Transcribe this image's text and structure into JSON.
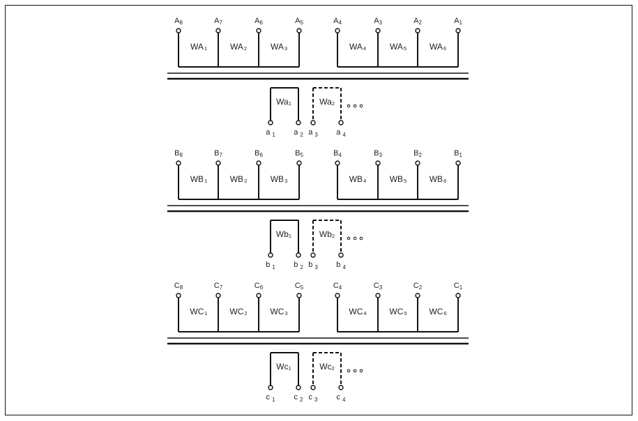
{
  "colors": {
    "line": "#111111",
    "text": "#222222",
    "background": "#ffffff"
  },
  "phases": [
    {
      "id": "A",
      "primary": {
        "terminals": [
          {
            "base": "A",
            "sub": "8"
          },
          {
            "base": "A",
            "sub": "7"
          },
          {
            "base": "A",
            "sub": "6"
          },
          {
            "base": "A",
            "sub": "5"
          },
          {
            "base": "A",
            "sub": "4"
          },
          {
            "base": "A",
            "sub": "3"
          },
          {
            "base": "A",
            "sub": "2"
          },
          {
            "base": "A",
            "sub": "1"
          }
        ],
        "windings": [
          {
            "base": "WA",
            "sub": "1"
          },
          {
            "base": "WA",
            "sub": "2"
          },
          {
            "base": "WA",
            "sub": "3"
          },
          {
            "base": "WA",
            "sub": "4"
          },
          {
            "base": "WA",
            "sub": "5"
          },
          {
            "base": "WA",
            "sub": "6"
          }
        ]
      },
      "secondary": {
        "windings": [
          {
            "base": "Wa",
            "sub": "1"
          },
          {
            "base": "Wa",
            "sub": "2"
          }
        ],
        "terminals": [
          {
            "base": "a",
            "sub": "1"
          },
          {
            "base": "a",
            "sub": "2"
          },
          {
            "base": "a",
            "sub": "3"
          },
          {
            "base": "a",
            "sub": "4"
          }
        ]
      }
    },
    {
      "id": "B",
      "primary": {
        "terminals": [
          {
            "base": "B",
            "sub": "8"
          },
          {
            "base": "B",
            "sub": "7"
          },
          {
            "base": "B",
            "sub": "6"
          },
          {
            "base": "B",
            "sub": "5"
          },
          {
            "base": "B",
            "sub": "4"
          },
          {
            "base": "B",
            "sub": "3"
          },
          {
            "base": "B",
            "sub": "2"
          },
          {
            "base": "B",
            "sub": "1"
          }
        ],
        "windings": [
          {
            "base": "WB",
            "sub": "1"
          },
          {
            "base": "WB",
            "sub": "2"
          },
          {
            "base": "WB",
            "sub": "3"
          },
          {
            "base": "WB",
            "sub": "4"
          },
          {
            "base": "WB",
            "sub": "5"
          },
          {
            "base": "WB",
            "sub": "6"
          }
        ]
      },
      "secondary": {
        "windings": [
          {
            "base": "Wb",
            "sub": "1"
          },
          {
            "base": "Wb",
            "sub": "2"
          }
        ],
        "terminals": [
          {
            "base": "b",
            "sub": "1"
          },
          {
            "base": "b",
            "sub": "2"
          },
          {
            "base": "b",
            "sub": "3"
          },
          {
            "base": "b",
            "sub": "4"
          }
        ]
      }
    },
    {
      "id": "C",
      "primary": {
        "terminals": [
          {
            "base": "C",
            "sub": "8"
          },
          {
            "base": "C",
            "sub": "7"
          },
          {
            "base": "C",
            "sub": "6"
          },
          {
            "base": "C",
            "sub": "5"
          },
          {
            "base": "C",
            "sub": "4"
          },
          {
            "base": "C",
            "sub": "3"
          },
          {
            "base": "C",
            "sub": "2"
          },
          {
            "base": "C",
            "sub": "1"
          }
        ],
        "windings": [
          {
            "base": "WC",
            "sub": "1"
          },
          {
            "base": "WC",
            "sub": "2"
          },
          {
            "base": "WC",
            "sub": "3"
          },
          {
            "base": "WC",
            "sub": "4"
          },
          {
            "base": "WC",
            "sub": "5"
          },
          {
            "base": "WC",
            "sub": "6"
          }
        ]
      },
      "secondary": {
        "windings": [
          {
            "base": "Wc",
            "sub": "1"
          },
          {
            "base": "Wc",
            "sub": "2"
          }
        ],
        "terminals": [
          {
            "base": "c",
            "sub": "1"
          },
          {
            "base": "c",
            "sub": "2"
          },
          {
            "base": "c",
            "sub": "3"
          },
          {
            "base": "c",
            "sub": "4"
          }
        ]
      }
    }
  ]
}
